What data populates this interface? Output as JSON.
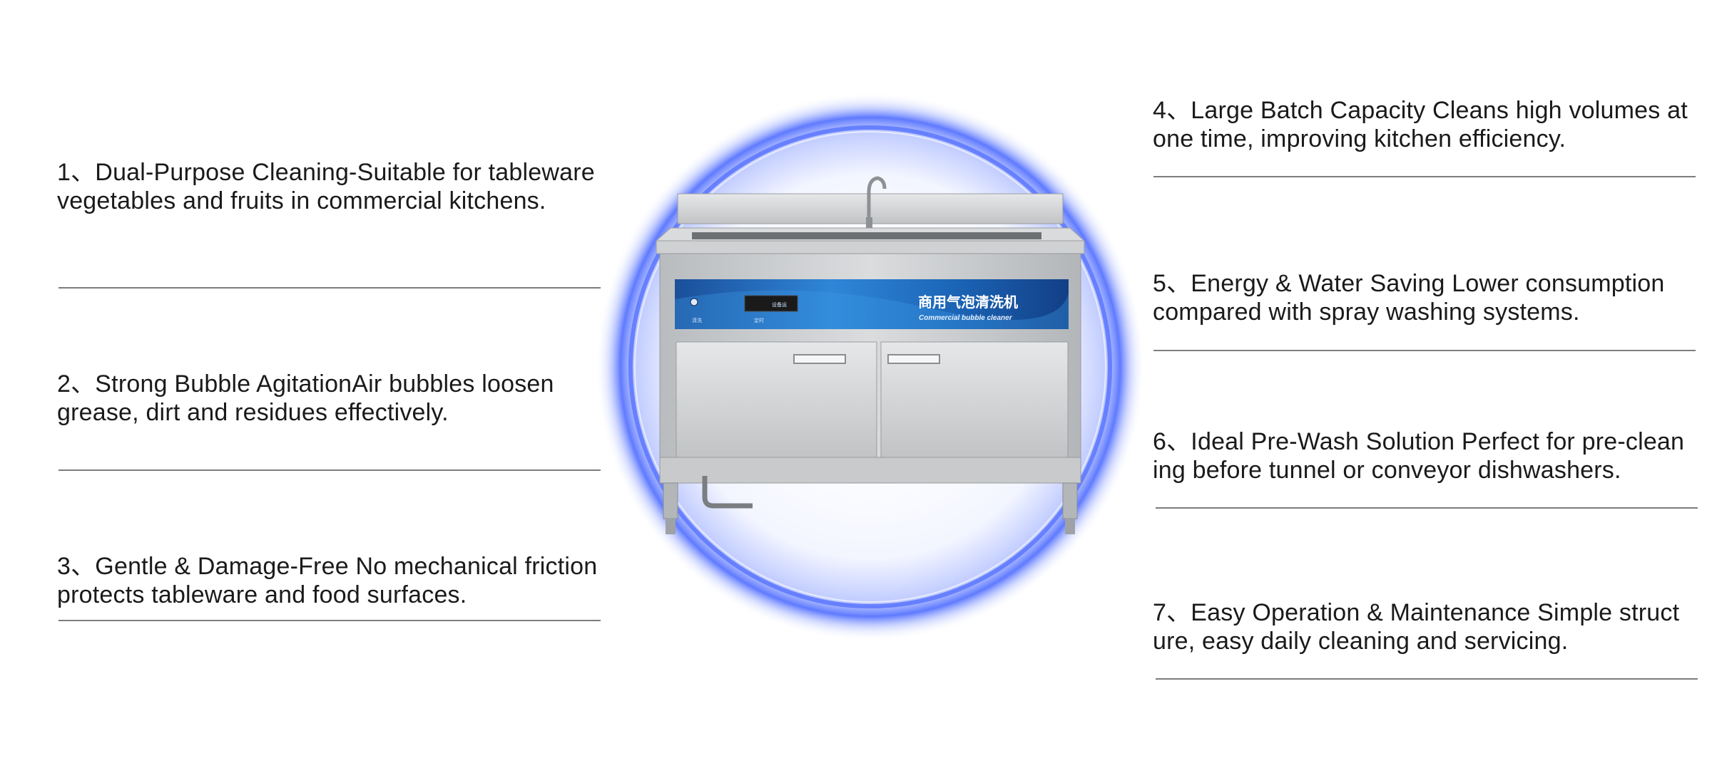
{
  "features": [
    {
      "id": 1,
      "text": "1、Dual-Purpose Cleaning-Suitable for tableware\nvegetables and fruits in commercial kitchens."
    },
    {
      "id": 2,
      "text": "2、Strong Bubble AgitationAir bubbles loosen\ngrease, dirt and residues effectively."
    },
    {
      "id": 3,
      "text": "3、Gentle & Damage-Free No mechanical friction\nprotects tableware and food surfaces."
    },
    {
      "id": 4,
      "text": "4、Large Batch Capacity Cleans high volumes at\none time, improving kitchen efficiency."
    },
    {
      "id": 5,
      "text": "5、Energy & Water Saving Lower consumption\ncompared with spray washing systems."
    },
    {
      "id": 6,
      "text": "6、Ideal Pre-Wash Solution Perfect for pre-clean\ning before tunnel or conveyor dishwashers."
    },
    {
      "id": 7,
      "text": "7、Easy Operation & Maintenance Simple struct\nure, easy daily cleaning and servicing."
    }
  ],
  "product": {
    "panel_title": "商用气泡清洗机",
    "panel_subtitle": "Commercial bubble cleaner",
    "control_label_left": "清洗",
    "control_label_right": "定时",
    "display_label": "设备运"
  },
  "colors": {
    "halo": "#4d6bff",
    "panel": "#1f6fc2",
    "steel": "#c9cbcd",
    "text": "#1a1a1a",
    "divider": "#7d7d7d"
  }
}
